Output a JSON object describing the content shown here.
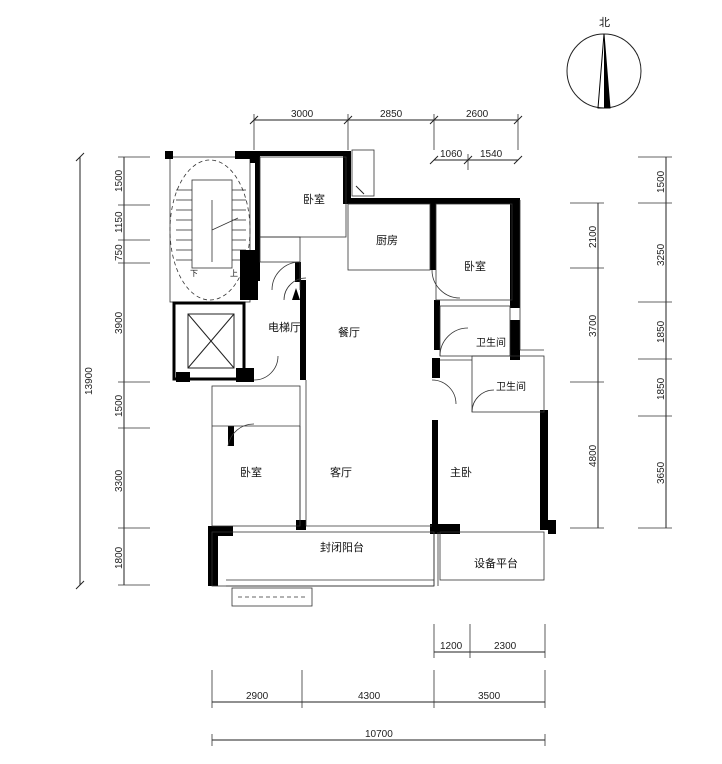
{
  "compass": {
    "label": "北"
  },
  "dims_top": [
    "3000",
    "2850",
    "2600",
    "1060",
    "1540"
  ],
  "dims_bottom_upper": [
    "1200",
    "2300"
  ],
  "dims_bottom": [
    "2900",
    "4300",
    "3500"
  ],
  "dims_bottom_total": "10700",
  "dims_left_total": "13900",
  "dims_left": [
    "1500",
    "1150",
    "750",
    "3900",
    "1500",
    "3300",
    "1800"
  ],
  "dims_right_inner": [
    "2100",
    "3700",
    "4800"
  ],
  "dims_right_outer": [
    "1500",
    "3250",
    "1850",
    "1850",
    "3650"
  ],
  "rooms": {
    "bedroom_top": "卧室",
    "kitchen": "厨房",
    "bedroom_right": "卧室",
    "elevator_hall": "电梯厅",
    "dining": "餐厅",
    "bath1": "卫生间",
    "bath2": "卫生间",
    "bedroom_left": "卧室",
    "living": "客厅",
    "master": "主卧",
    "balcony": "封闭阳台",
    "platform": "设备平台"
  },
  "stairs": {
    "down": "下",
    "up": "上"
  }
}
